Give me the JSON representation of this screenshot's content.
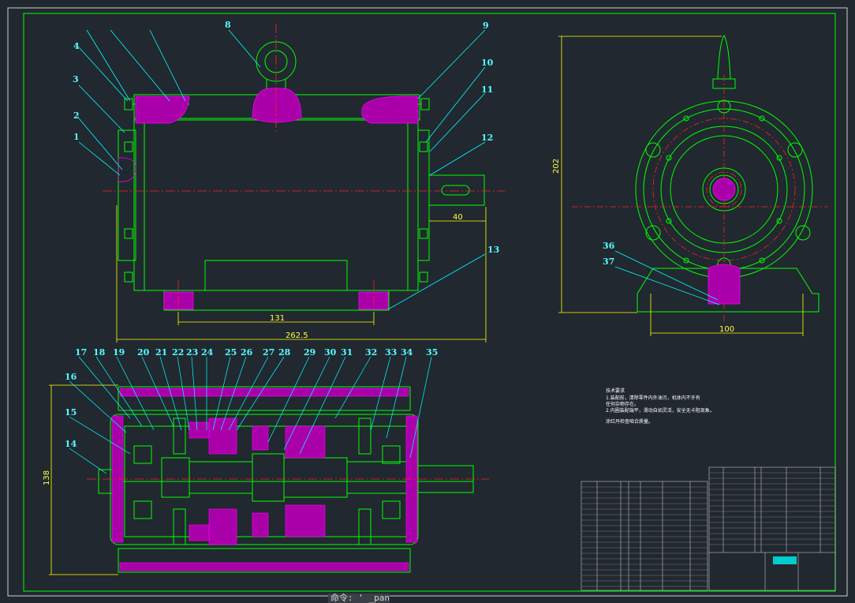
{
  "drawing": {
    "colors": {
      "background": "#212830",
      "outline": "#00ff00",
      "callout": "#00ffff",
      "dimension": "#ffff00",
      "hatch": "#ff00ff",
      "centerline": "#ff0000",
      "text": "#ffffff"
    },
    "top_callouts": [
      "8",
      "9",
      "10",
      "11",
      "12",
      "13",
      "4",
      "3",
      "2",
      "1"
    ],
    "side_callouts": [
      "36",
      "37"
    ],
    "bottom_callouts_top": [
      "17",
      "18",
      "19",
      "20",
      "21",
      "22",
      "23",
      "24",
      "25",
      "26",
      "27",
      "28",
      "29",
      "30",
      "31",
      "32",
      "33",
      "34",
      "35"
    ],
    "bottom_callouts_left": [
      "16",
      "15",
      "14"
    ],
    "dims_front": {
      "d131": "131",
      "d2625": "262.5",
      "d40": "40"
    },
    "dims_side": {
      "d202": "202",
      "d100": "100"
    },
    "dims_plan": {
      "d138": "138"
    },
    "tech_notes": {
      "title": "技术要求",
      "line1": "1.装配前，清除零件内外油污，机体内不许有",
      "line2": "任何杂物存在。",
      "line3": "2.内圈装配端平，滑动自如灵活，安全无卡阻现象。",
      "line4": "涂红丹检查啮合质量。"
    }
  },
  "status": {
    "command_prompt": "命令: ' _pan"
  }
}
